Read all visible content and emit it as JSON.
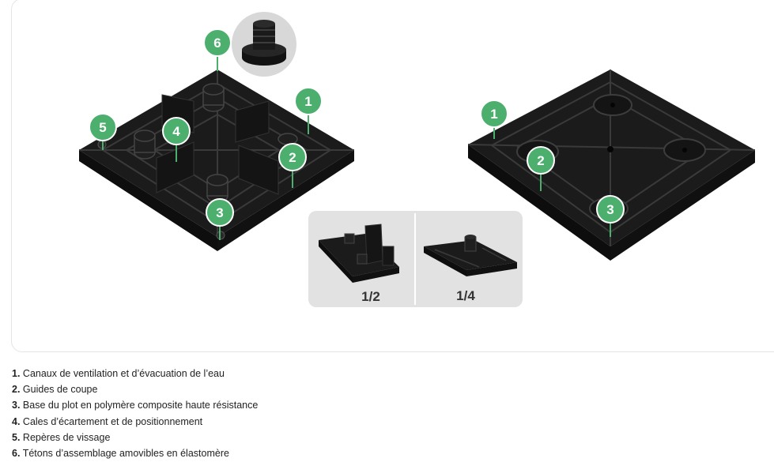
{
  "figure": {
    "badges": [
      {
        "id": "1",
        "label": "1"
      },
      {
        "id": "2",
        "label": "2"
      },
      {
        "id": "3",
        "label": "3"
      },
      {
        "id": "4",
        "label": "4"
      },
      {
        "id": "5",
        "label": "5"
      },
      {
        "id": "6",
        "label": "6"
      },
      {
        "id": "1b",
        "label": "1"
      },
      {
        "id": "2b",
        "label": "2"
      },
      {
        "id": "3b",
        "label": "3"
      }
    ],
    "inset": {
      "half_label": "1/2",
      "quarter_label": "1/4"
    },
    "colors": {
      "badge_green": "#4caf6e",
      "product_black": "#1c1c1c",
      "inset_bg": "#e2e2e2"
    }
  },
  "legend": {
    "items": [
      {
        "num": "1.",
        "text": "Canaux de ventilation et d’évacuation de l’eau"
      },
      {
        "num": "2.",
        "text": "Guides de coupe"
      },
      {
        "num": "3.",
        "text": "Base du plot en polymère composite haute résistance"
      },
      {
        "num": "4.",
        "text": "Cales d’écartement et de positionnement"
      },
      {
        "num": "5.",
        "text": "Repères de vissage"
      },
      {
        "num": "6.",
        "text": "Tétons d’assemblage amovibles en élastomère"
      }
    ]
  }
}
